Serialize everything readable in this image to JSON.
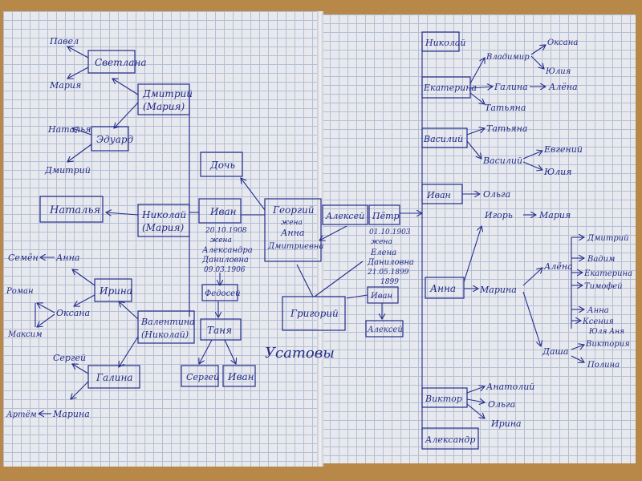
{
  "family_tree": {
    "title": "Усатовы",
    "left_page": {
      "pavel": "Павел",
      "svetlana": "Светлана",
      "maria_1": "Мария",
      "dmitriy_line1": "Дмитрий",
      "dmitriy_line2": "(Мария)",
      "natalya_1": "Наталья",
      "eduard": "Эдуард",
      "dmitriy_2": "Дмитрий",
      "doch": "Дочь",
      "natalya_2": "Наталья",
      "nikolay_line1": "Николай",
      "nikolay_line2": "(Мария)",
      "ivan_name": "Иван",
      "ivan_birth": "20.10.1908",
      "ivan_wife_label": "жена",
      "ivan_wife_name": "Александра",
      "ivan_wife_surname": "Даниловна",
      "ivan_wife_date": "09.03.1906",
      "georgiy_name": "Георгий",
      "georgiy_wife_label": "жена",
      "georgiy_wife_name": "Анна",
      "georgiy_wife_patronymic": "Дмитриевна",
      "semyon": "Семён",
      "anna": "Анна",
      "irina": "Ирина",
      "roman": "Роман",
      "oksana": "Оксана",
      "maxim": "Максим",
      "valentina_line1": "Валентина",
      "valentina_line2": "(Николай)",
      "fedosey": "Федосей",
      "tanya": "Таня",
      "sergey_1": "Сергей",
      "galina": "Галина",
      "artyom": "Артём",
      "marina_1": "Марина",
      "sergey_2": "Сергей",
      "ivan_2": "Иван",
      "grigoriy": "Григорий"
    },
    "right_page": {
      "aleksey_1": "Алексей",
      "petr_name": "Пётр",
      "petr_birth": "01.10.1903",
      "petr_wife_label": "жена",
      "petr_wife_name": "Елена",
      "petr_wife_patronymic": "Даниловна",
      "petr_wife_date": "21.05.1899",
      "petr_wife_year": "1899",
      "ivan_3": "Иван",
      "aleksey_2": "Алексей",
      "nikolay": "Николай",
      "ekaterina": "Екатерина",
      "vladimir": "Владимир",
      "oksana": "Оксана",
      "yuliya_1": "Юлия",
      "galina": "Галина",
      "alyona_1": "Алёна",
      "tatyana_1": "Татьяна",
      "vasiliy_1": "Василий",
      "tatyana_2": "Татьяна",
      "vasiliy_2": "Василий",
      "evgeniy": "Евгений",
      "yuliya_2": "Юлия",
      "ivan": "Иван",
      "olga_1": "Ольга",
      "igor": "Игорь",
      "maria": "Мария",
      "dmitriy": "Дмитрий",
      "anna": "Анна",
      "vadim": "Вадим",
      "marina": "Марина",
      "alyona_2": "Алёна",
      "ekaterina_2": "Екатерина",
      "timofey": "Тимофей",
      "anna_2": "Анна",
      "kseniya": "Ксения",
      "yuliya_anna": "Юля Аня",
      "dasha": "Даша",
      "viktoriya": "Виктория",
      "polina": "Полина",
      "viktor": "Виктор",
      "anatoliy": "Анатолий",
      "olga_2": "Ольга",
      "irina": "Ирина",
      "aleksandr": "Александр"
    }
  }
}
